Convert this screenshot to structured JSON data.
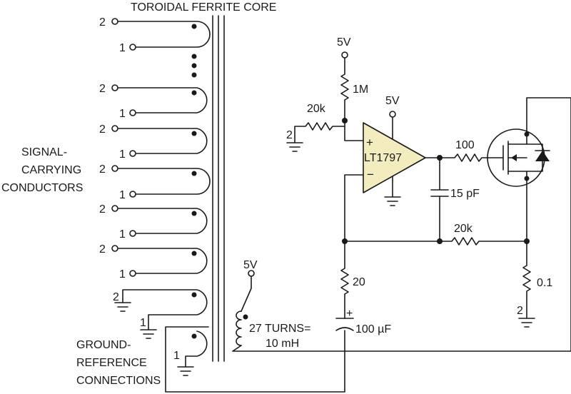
{
  "core": {
    "label": "TOROIDAL FERRITE CORE"
  },
  "signal_group": {
    "line1": "SIGNAL-",
    "line2": "CARRYING",
    "line3": "CONDUCTORS"
  },
  "ground_group": {
    "line1": "GROUND-",
    "line2": "REFERENCE",
    "line3": "CONNECTIONS"
  },
  "pins": {
    "two": "2",
    "one": "1"
  },
  "supply": {
    "label": "5V"
  },
  "opamp": {
    "name": "LT1797",
    "plus": "+",
    "minus": "−"
  },
  "resistors": {
    "r_pullup": "1M",
    "r_input": "20k",
    "r_gate": "100",
    "r_feedback": "20k",
    "r_sense": "0.1",
    "r_series": "20"
  },
  "capacitors": {
    "c_comp": "15 pF",
    "c_bulk": "100 µF",
    "c_bulk_polarity": "+"
  },
  "inductor": {
    "line1": "27 TURNS=",
    "line2": "10 mH"
  },
  "colors": {
    "opamp_fill": "#f3ecbe",
    "wire": "#1a1a1a"
  }
}
